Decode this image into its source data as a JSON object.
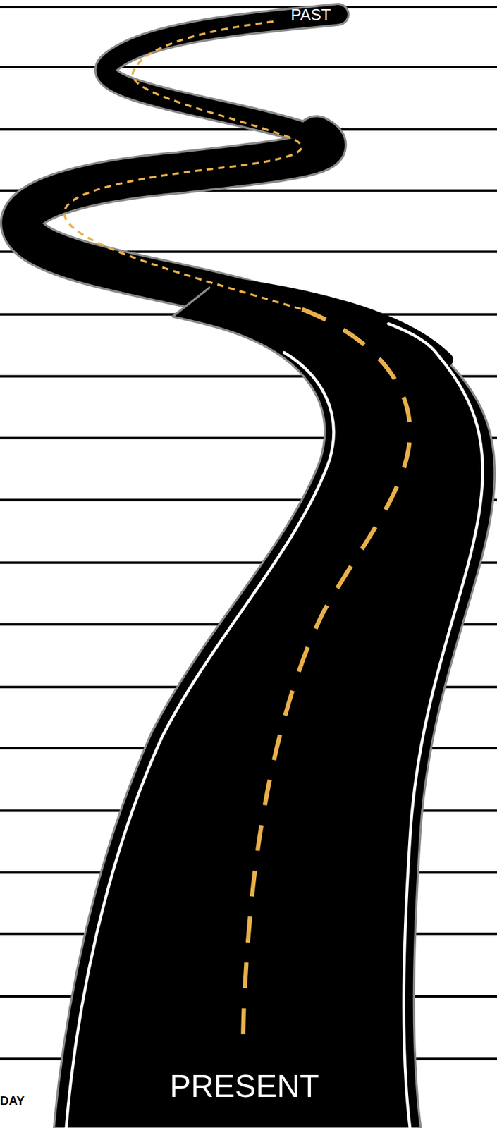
{
  "diagram": {
    "labels": [
      "PAST",
      "PRESENT",
      "DAY"
    ]
  }
}
